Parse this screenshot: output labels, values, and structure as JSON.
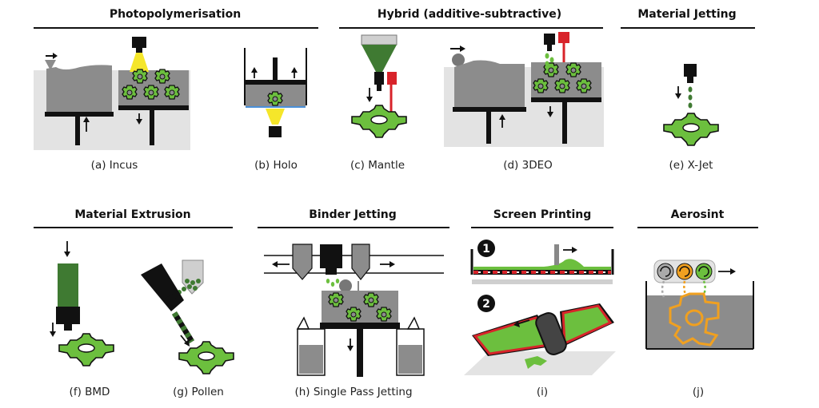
{
  "headers": {
    "photopolymerisation": "Photopolymerisation",
    "hybrid": "Hybrid (additive-subtractive)",
    "material_jetting": "Material Jetting",
    "material_extrusion": "Material Extrusion",
    "binder_jetting": "Binder Jetting",
    "screen_printing": "Screen Printing",
    "aerosint": "Aerosint"
  },
  "captions": {
    "a": "(a) Incus",
    "b": "(b) Holo",
    "c": "(c) Mantle",
    "d": "(d) 3DEO",
    "e": "(e) X-Jet",
    "f": "(f) BMD",
    "g": "(g) Pollen",
    "h": "(h) Single Pass Jetting",
    "i": "(i)",
    "j": "(j)"
  },
  "steps": {
    "one": "1",
    "two": "2"
  },
  "colors": {
    "gear_green": "#6cbf3e",
    "dark_green": "#3f7a32",
    "vat_gray": "#8c8c8c",
    "light_gray": "#e3e3e3",
    "red": "#d8232a",
    "yellow": "#f5e62a",
    "orange": "#f0a020",
    "black": "#111111"
  }
}
